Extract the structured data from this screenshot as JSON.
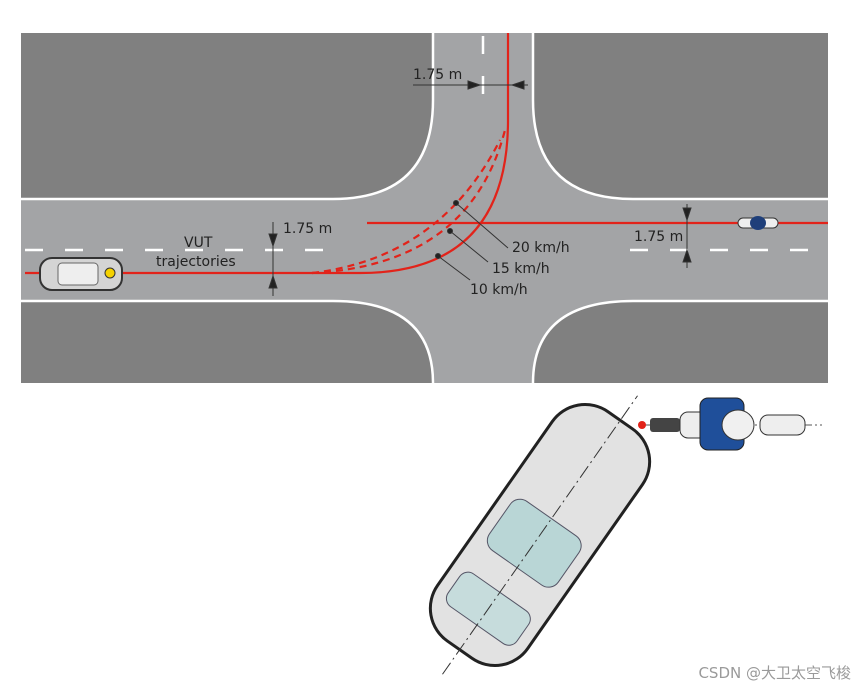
{
  "diagram": {
    "intersection": {
      "dimension_top": "1.75 m",
      "dimension_left": "1.75 m",
      "dimension_right": "1.75 m",
      "trajectory_label_line1": "VUT",
      "trajectory_label_line2": "trajectories",
      "speeds": [
        "20 km/h",
        "15 km/h",
        "10 km/h"
      ]
    },
    "colors": {
      "sidewalk": "#808080",
      "road": "#a3a4a6",
      "trajectory": "#e2231a",
      "marking": "#ffffff"
    },
    "collision_illustration": {
      "vehicles": [
        "car",
        "motorcycle"
      ],
      "impact_point_color": "#e2231a"
    }
  },
  "watermark": "CSDN @大卫太空飞梭"
}
